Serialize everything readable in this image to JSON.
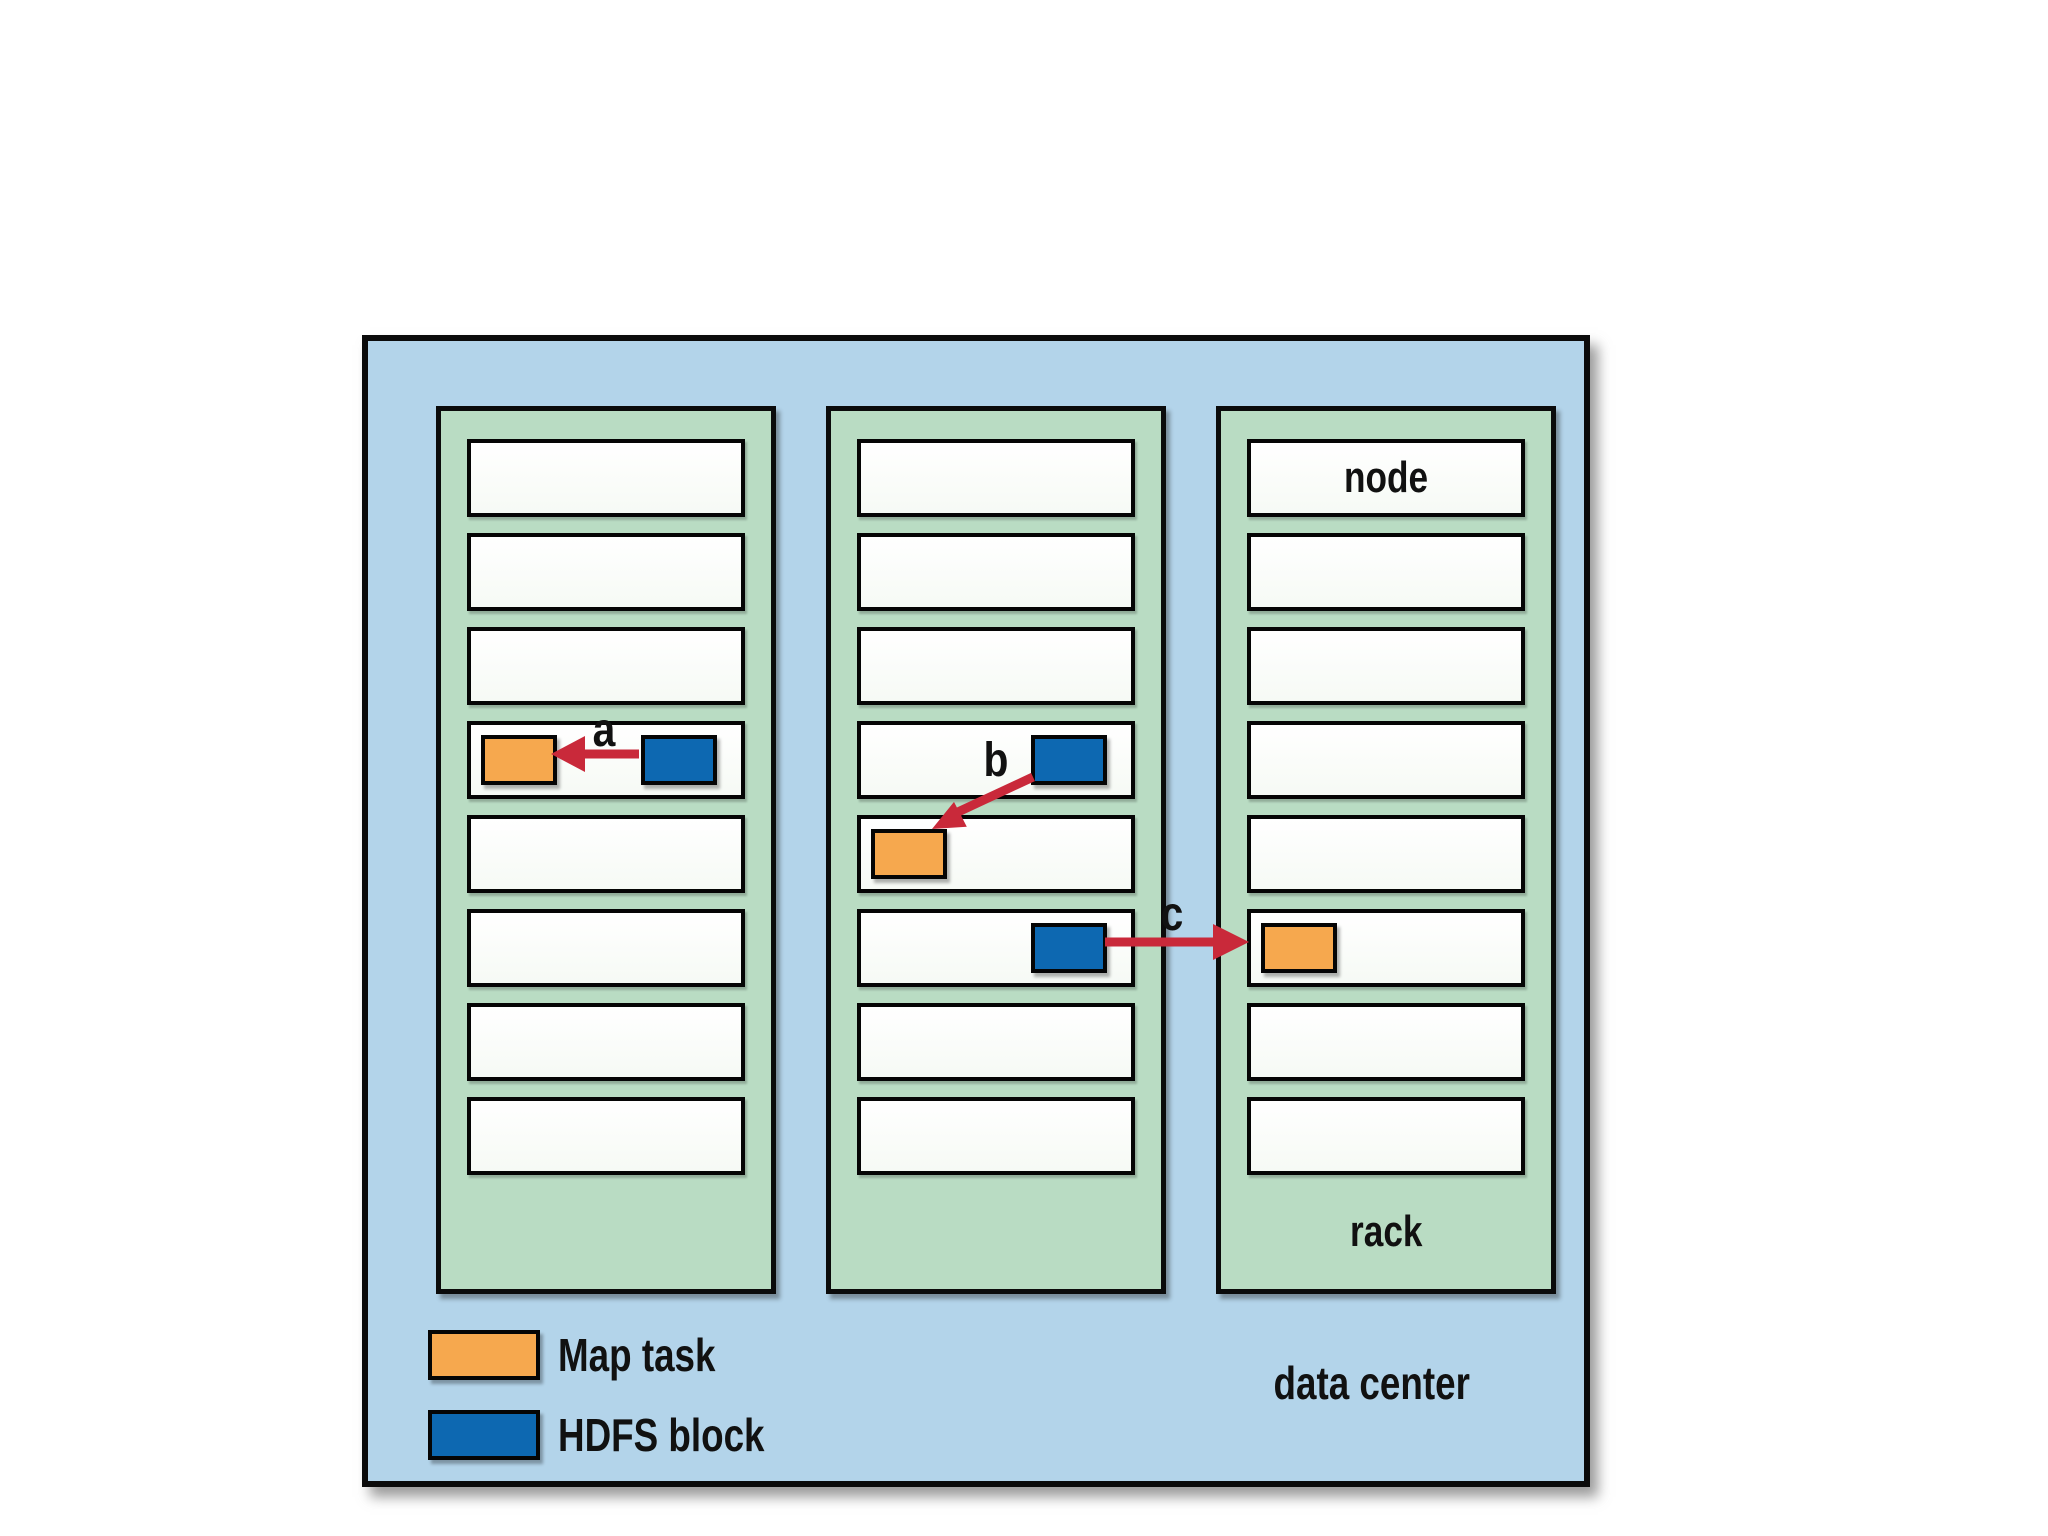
{
  "labels": {
    "node": "node",
    "rack": "rack",
    "data_center": "data center"
  },
  "legend": {
    "items": [
      {
        "key": "map_task",
        "label": "Map task",
        "color": "#f6a84e"
      },
      {
        "key": "hdfs_block",
        "label": "HDFS block",
        "color": "#0d68b1"
      }
    ]
  },
  "arrows": [
    {
      "label": "a",
      "from": {
        "rack": 0,
        "node": 3
      },
      "to": {
        "rack": 0,
        "node": 3
      }
    },
    {
      "label": "b",
      "from": {
        "rack": 1,
        "node": 3
      },
      "to": {
        "rack": 1,
        "node": 4
      }
    },
    {
      "label": "c",
      "from": {
        "rack": 1,
        "node": 5
      },
      "to": {
        "rack": 2,
        "node": 5
      }
    }
  ],
  "racks": [
    {
      "nodes": [
        {},
        {},
        {},
        {
          "chips": [
            {
              "type": "map_task",
              "align": "left"
            },
            {
              "type": "hdfs_block",
              "align": "right"
            }
          ]
        },
        {},
        {},
        {},
        {}
      ]
    },
    {
      "nodes": [
        {},
        {},
        {},
        {
          "chips": [
            {
              "type": "hdfs_block",
              "align": "right"
            }
          ]
        },
        {
          "chips": [
            {
              "type": "map_task",
              "align": "left"
            }
          ]
        },
        {
          "chips": [
            {
              "type": "hdfs_block",
              "align": "right"
            }
          ]
        },
        {},
        {}
      ]
    },
    {
      "nodes": [
        {
          "label": "node"
        },
        {},
        {},
        {},
        {},
        {
          "chips": [
            {
              "type": "map_task",
              "align": "left"
            }
          ]
        },
        {},
        {}
      ],
      "footer_label": "rack"
    }
  ],
  "colors": {
    "page_background": "#ffffff",
    "data_center_fill": "#b3d4ea",
    "rack_fill": "#b9dcc3",
    "node_fill": "#fdfdfb",
    "map_task": "#f6a84e",
    "hdfs_block": "#0d68b1",
    "arrow": "#c9293a",
    "border": "#0b0b0b"
  }
}
